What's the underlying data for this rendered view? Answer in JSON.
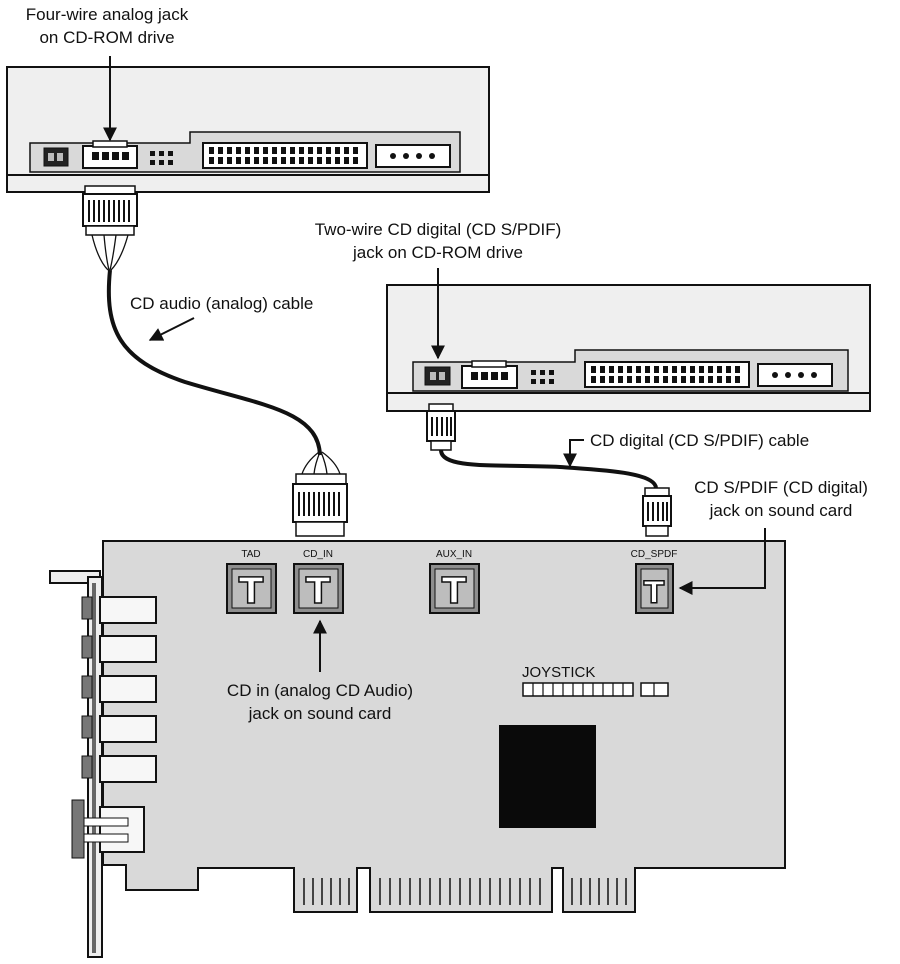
{
  "callouts": {
    "four_wire_line1": "Four-wire analog jack",
    "four_wire_line2": "on CD-ROM drive",
    "two_wire_line1": "Two-wire CD digital (CD S/PDIF)",
    "two_wire_line2": "jack on CD-ROM drive",
    "cd_audio_cable": "CD audio (analog) cable",
    "cd_digital_cable": "CD digital (CD S/PDIF) cable",
    "spdif_jack_line1": "CD S/PDIF (CD digital)",
    "spdif_jack_line2": "jack on sound card",
    "cd_in_line1": "CD in (analog CD Audio)",
    "cd_in_line2": "jack on sound card"
  },
  "jack_labels": {
    "tad": "TAD",
    "cd_in": "CD_IN",
    "aux_in": "AUX_IN",
    "cd_spdf": "CD_SPDF",
    "jack_glyph": "T"
  },
  "board_labels": {
    "joystick": "JOYSTICK"
  },
  "colors": {
    "drive_fill": "#efefef",
    "card_fill": "#d9d9d9",
    "jack_fill": "#8e8e8e",
    "chip_fill": "#0a0a0a",
    "line": "#111111"
  },
  "icons": [
    "arrow-icon"
  ]
}
